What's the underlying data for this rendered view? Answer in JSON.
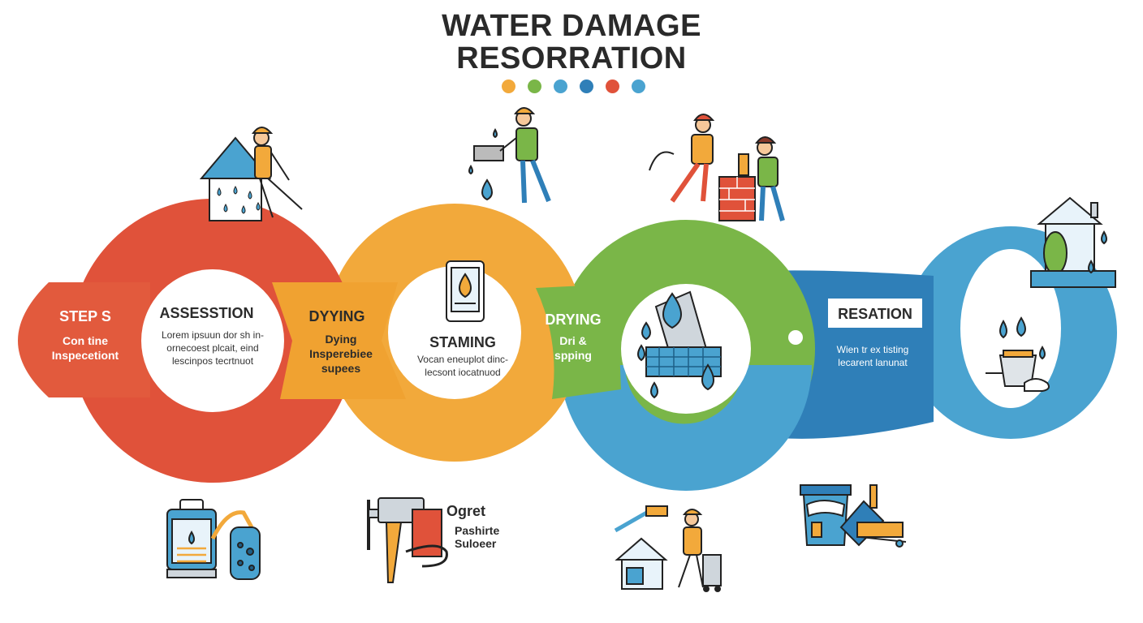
{
  "title": {
    "line1": "WATER DAMAGE",
    "line2": "RESORRATION"
  },
  "colors": {
    "red": "#e0523a",
    "orange": "#f2a93b",
    "green": "#7ab648",
    "blue": "#4aa3d0",
    "darkblue": "#2f7fb8",
    "gray": "#2b2b2b"
  },
  "dots": [
    "#f2a93b",
    "#7ab648",
    "#4aa3d0",
    "#2f7fb8",
    "#e0523a",
    "#4aa3d0"
  ],
  "steps": [
    {
      "tab_title": "STEP S",
      "tab_sub1": "Con tine",
      "tab_sub2": "Inspecetiont",
      "title": "ASSESSTION",
      "body1": "Lorem ipsuun dor sh in-",
      "body2": "ornecoest plcait, eind",
      "body3": "lescinpos tecrtnuot"
    },
    {
      "tab_title": "DYYING",
      "tab_sub1": "Dying",
      "tab_sub2": "Insperebiee",
      "tab_sub3": "supees",
      "title": "STAMING",
      "body1": "Vocan eneuplot dinc-",
      "body2": "lecsont iocatnuod"
    },
    {
      "tab_title": "DRYING",
      "tab_sub1": "Dri &",
      "tab_sub2": "spping"
    },
    {
      "title": "RESATION",
      "body1": "Wien tr ex tisting",
      "body2": "lecarent lanunat"
    }
  ],
  "bottom": {
    "title": "Ogret",
    "sub1": "Pashirte",
    "sub2": "Suloeer"
  },
  "icons": [
    "house-leak-icon",
    "worker-icon",
    "worker-bucket-icon",
    "phone-drop-icon",
    "bricklayer-icon",
    "pallet-drop-icon",
    "house-icon",
    "faucet-drop-icon",
    "water-tank-icon",
    "paint-roller-icon",
    "cleaner-icon",
    "paint-bucket-icon"
  ]
}
